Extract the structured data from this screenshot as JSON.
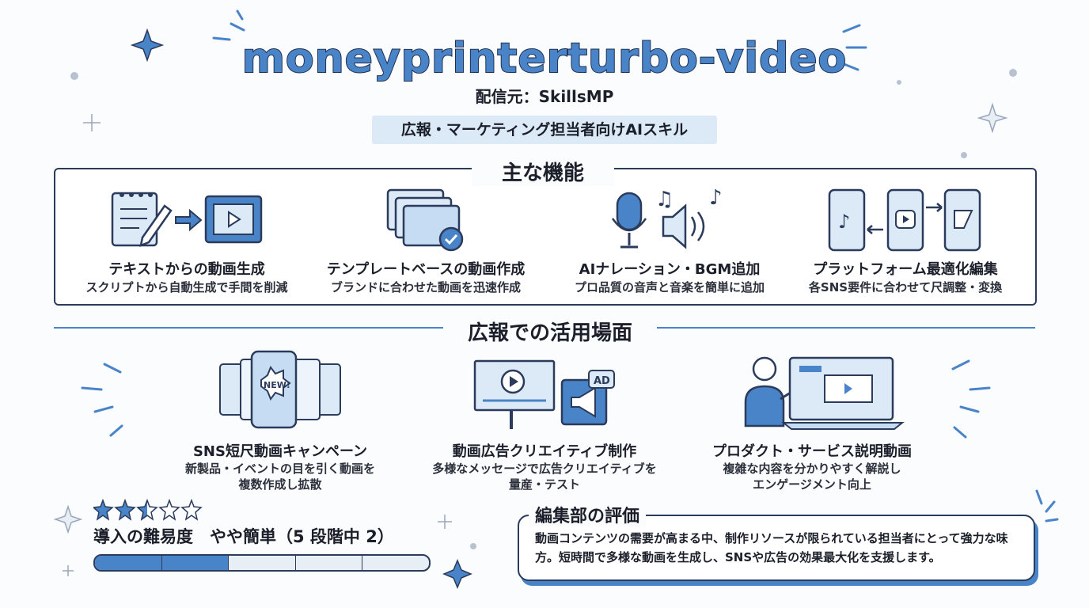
{
  "header": {
    "title": "moneyprinterturbo-video",
    "publisher": "配信元：SkillsMP",
    "ribbon": "広報・マーケティング担当者向けAIスキル"
  },
  "features": {
    "heading": "主な機能",
    "items": [
      {
        "title": "テキストからの動画生成",
        "desc": "スクリプトから自動生成で手間を削減",
        "icon": "text-to-video-icon"
      },
      {
        "title": "テンプレートベースの動画作成",
        "desc": "ブランドに合わせた動画を迅速作成",
        "icon": "template-stack-icon"
      },
      {
        "title": "AIナレーション・BGM追加",
        "desc": "プロ品質の音声と音楽を簡単に追加",
        "icon": "microphone-speaker-icon"
      },
      {
        "title": "プラットフォーム最適化編集",
        "desc": "各SNS要件に合わせて尺調整・変換",
        "icon": "phones-platform-icon"
      }
    ]
  },
  "usecases": {
    "heading": "広報での活用場面",
    "items": [
      {
        "title": "SNS短尺動画キャンペーン",
        "desc1": "新製品・イベントの目を引く動画を",
        "desc2": "複数作成し拡散",
        "badge": "NEW!",
        "icon": "sns-phone-icon"
      },
      {
        "title": "動画広告クリエイティブ制作",
        "desc1": "多様なメッセージで広告クリエイティブを",
        "desc2": "量産・テスト",
        "badge": "AD",
        "icon": "billboard-icon"
      },
      {
        "title": "プロダクト・サービス説明動画",
        "desc1": "複雑な内容を分かりやすく解説し",
        "desc2": "エンゲージメント向上",
        "icon": "presenter-laptop-icon"
      }
    ]
  },
  "difficulty": {
    "label": "導入の難易度　やや簡単（5 段階中 2）",
    "rating": 2.5,
    "max": 5,
    "level": 2
  },
  "review": {
    "title": "編集部の評価",
    "text": "動画コンテンツの需要が高まる中、制作リソースが限られている担当者にとって強力な味方。短時間で多様な動画を生成し、SNSや広告の効果最大化を支援します。"
  },
  "colors": {
    "accent": "#4a84c8",
    "light": "#dce9f6",
    "ink": "#2b3b5c"
  }
}
